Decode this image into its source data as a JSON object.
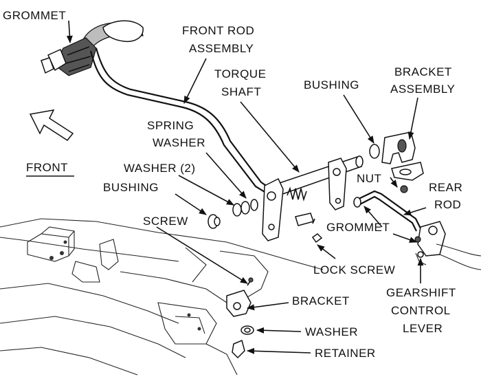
{
  "labels": {
    "grommet_top": "GROMMET",
    "front_rod_1": "FRONT ROD",
    "front_rod_2": "ASSEMBLY",
    "torque_1": "TORQUE",
    "torque_2": "SHAFT",
    "bushing_top": "BUSHING",
    "bracket_asm_1": "BRACKET",
    "bracket_asm_2": "ASSEMBLY",
    "spring_1": "SPRING",
    "spring_2": "WASHER",
    "washer2": "WASHER (2)",
    "bushing_left": "BUSHING",
    "front": "FRONT",
    "nut": "NUT",
    "rear_1": "REAR",
    "rear_2": "ROD",
    "screw": "SCREW",
    "grommet_right": "GROMMET",
    "lock_screw": "LOCK SCREW",
    "bracket": "BRACKET",
    "gearshift_1": "GEARSHIFT",
    "gearshift_2": "CONTROL",
    "gearshift_3": "LEVER",
    "washer": "WASHER",
    "retainer": "RETAINER"
  }
}
